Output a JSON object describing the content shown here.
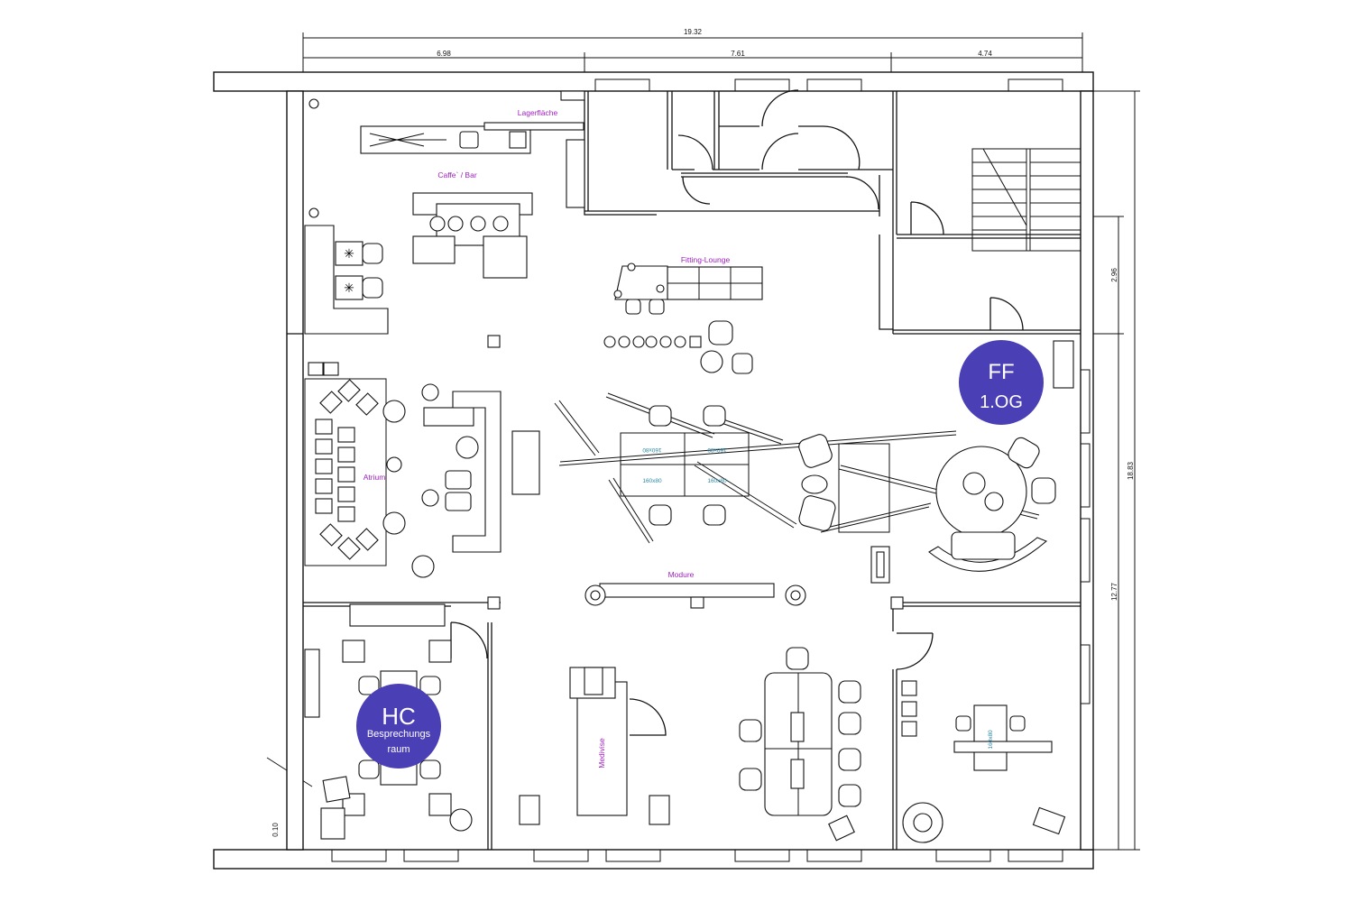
{
  "dimensions": {
    "total_width": "19.32",
    "segment_left": "6.98",
    "segment_middle": "7.61",
    "segment_right": "4.74",
    "right_upper": "2.96",
    "total_height": "18.83",
    "right_lower": "12.77",
    "wall_offset": "0.10"
  },
  "rooms": {
    "storage": "Lagerfläche",
    "cafe_bar": "Caffe` / Bar",
    "fitting_lounge": "Fitting-Lounge",
    "atrium": "Atrium",
    "modure": "Modure",
    "medivise": "Medivise"
  },
  "tables": {
    "t1": "160x80",
    "t2": "160x80",
    "t3": "160x80",
    "t4": "160x80",
    "t5": "160x80"
  },
  "badges": {
    "ff": {
      "code": "FF",
      "floor": "1.OG",
      "color": "#4a3fb5"
    },
    "hc": {
      "code": "HC",
      "line1": "Besprechungs",
      "line2": "raum",
      "color": "#4a3fb5"
    }
  }
}
